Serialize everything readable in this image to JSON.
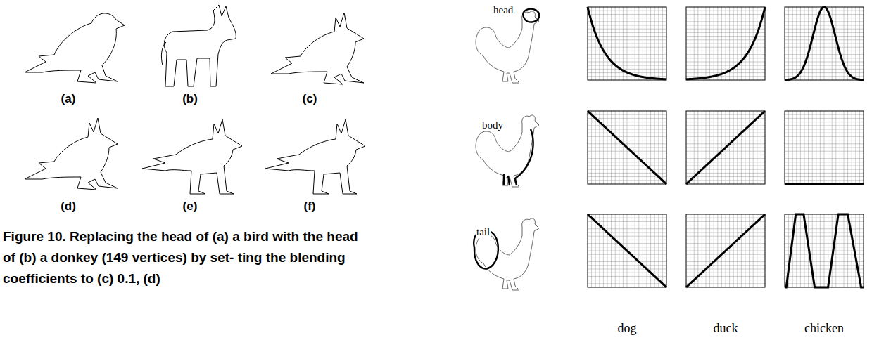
{
  "diagram": {
    "caption": "Figure 10. Replacing the head of (a) a bird with the head of (b) a donkey (149 vertices) by set- ting the blending coefficients to (c) 0.1, (d)",
    "labels": [
      "(a)",
      "(b)",
      "(c)",
      "(d)",
      "(e)",
      "(f)",
      "head",
      "body",
      "tail",
      "dog",
      "duck",
      "chicken"
    ]
  }
}
